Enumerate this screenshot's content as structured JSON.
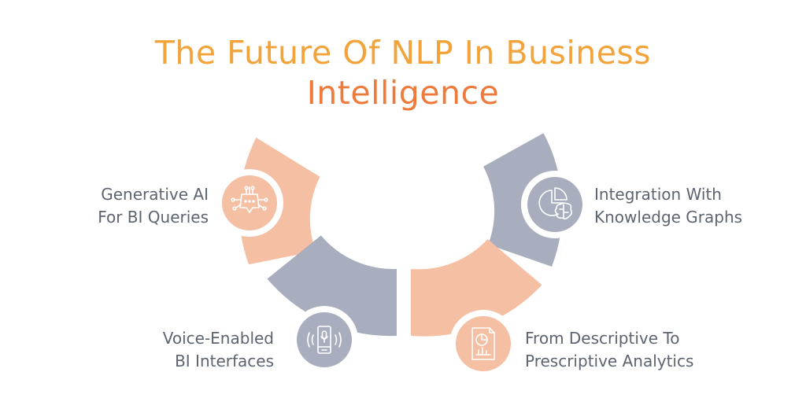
{
  "title": {
    "line1": "The Future Of NLP In Business",
    "line2": "Intelligence"
  },
  "colors": {
    "title_gradient_start": "#F2A33A",
    "title_gradient_end": "#EE7A3C",
    "peach": "#F5BFA4",
    "slate": "#A8AEBE",
    "label_text": "#5c6470",
    "icon_stroke": "#ffffff"
  },
  "items": [
    {
      "line1": "Generative AI",
      "line2": "For BI Queries",
      "color": "peach",
      "icon": "ai-chip-icon"
    },
    {
      "line1": "Voice-Enabled",
      "line2": "BI Interfaces",
      "color": "slate",
      "icon": "voice-device-icon"
    },
    {
      "line1": "Integration With",
      "line2": "Knowledge Graphs",
      "color": "slate",
      "icon": "pie-brain-icon"
    },
    {
      "line1": "From Descriptive To",
      "line2": "Prescriptive Analytics",
      "color": "peach",
      "icon": "report-document-icon"
    }
  ]
}
